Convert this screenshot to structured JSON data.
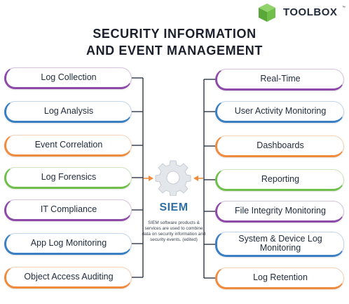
{
  "brand": {
    "name": "TOOLBOX",
    "trademark": "™",
    "color": "#6fbf4a"
  },
  "title": {
    "line1": "SECURITY INFORMATION",
    "line2": "AND EVENT MANAGEMENT"
  },
  "center": {
    "label": "SIEM",
    "description": "SIEM software products & services are used to combine data on security information and security events. (edited)",
    "icon": "gear-icon",
    "arrow_color": "#f08a3c"
  },
  "left_items": [
    {
      "label": "Log Collection",
      "color": "purple"
    },
    {
      "label": "Log Analysis",
      "color": "blue"
    },
    {
      "label": "Event Correlation",
      "color": "orange"
    },
    {
      "label": "Log Forensics",
      "color": "green"
    },
    {
      "label": "IT Compliance",
      "color": "purple"
    },
    {
      "label": "App Log Monitoring",
      "color": "blue"
    },
    {
      "label": "Object Access Auditing",
      "color": "orange"
    }
  ],
  "right_items": [
    {
      "label": "Real-Time",
      "color": "purple"
    },
    {
      "label": "User Activity Monitoring",
      "color": "blue"
    },
    {
      "label": "Dashboards",
      "color": "orange"
    },
    {
      "label": "Reporting",
      "color": "green"
    },
    {
      "label": "File Integrity Monitoring",
      "color": "purple"
    },
    {
      "label": "System & Device Log Monitoring",
      "color": "blue"
    },
    {
      "label": "Log Retention",
      "color": "orange"
    }
  ],
  "palette": {
    "purple": "#8e4aa8",
    "blue": "#3a7fc4",
    "orange": "#f08a3c",
    "green": "#6fbf4a",
    "line": "#1f2a3a"
  }
}
